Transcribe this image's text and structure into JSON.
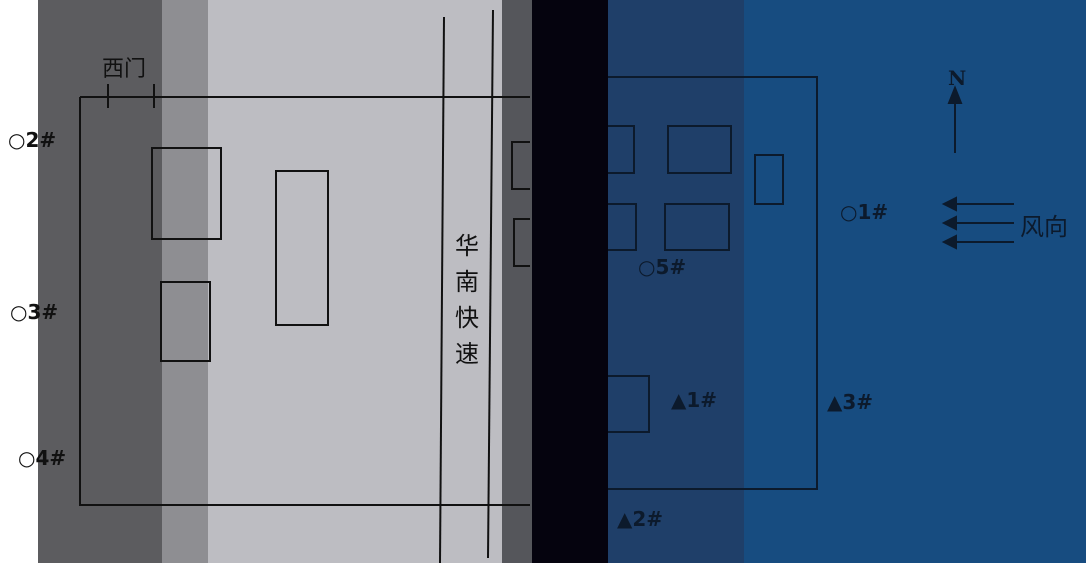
{
  "colors": {
    "white": "#ffffff",
    "band_dark_gray": "#5c5c5f",
    "band_mid_gray": "#8e8e92",
    "band_light_gray": "#bdbdc2",
    "band_right_gray": "#55565b",
    "band_black": "#05030e",
    "band_blue_dark": "#1f3f69",
    "band_blue": "#174c80",
    "line": "#111111",
    "line_dark_area": "#0c1a2c"
  },
  "labels": {
    "west_gate": "西门",
    "road_name": [
      "华",
      "南",
      "快",
      "速"
    ],
    "north": "N",
    "wind_direction": "风向"
  },
  "circle_points": [
    {
      "symbol": "○",
      "id": "2#"
    },
    {
      "symbol": "○",
      "id": "3#"
    },
    {
      "symbol": "○",
      "id": "4#"
    },
    {
      "symbol": "○",
      "id": "1#"
    },
    {
      "symbol": "○",
      "id": "5#"
    }
  ],
  "triangle_points": [
    {
      "symbol": "▲",
      "id": "1#"
    },
    {
      "symbol": "▲",
      "id": "2#"
    },
    {
      "symbol": "▲",
      "id": "3#"
    }
  ],
  "icons": {
    "north_arrow": "north-arrow-icon",
    "wind_arrows": "wind-arrows-icon"
  }
}
